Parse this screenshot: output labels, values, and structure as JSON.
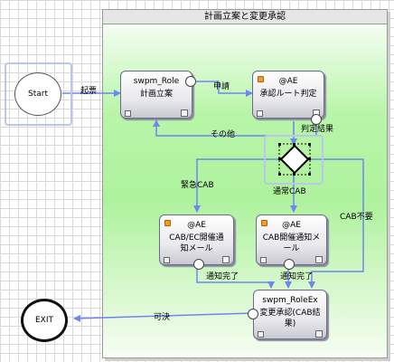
{
  "lane": {
    "title": "計画立案と変更承認"
  },
  "nodes": {
    "start": {
      "label": "Start"
    },
    "exit": {
      "label": "EXIT"
    },
    "plan": {
      "role": "swpm_Role",
      "name": "計画立案"
    },
    "judge": {
      "role": "@AE",
      "name": "承認ルート判定"
    },
    "mail1": {
      "role": "@AE",
      "name": "CAB/EC開催通知メール"
    },
    "mail2": {
      "role": "@AE",
      "name": "CAB開催通知メール"
    },
    "approve": {
      "role": "swpm_RoleEx",
      "name": "変更承認(CAB結果)"
    }
  },
  "edges": {
    "apply": "起票",
    "request": "申請",
    "other": "その他",
    "result": "判定結果",
    "urgent": "緊急CAB",
    "normal": "通常CAB",
    "nocab": "CAB不要",
    "done1": "通知完了",
    "done2": "通知完了",
    "ok": "可決"
  },
  "colors": {
    "link": "#6f85f0",
    "lane_fill": "#aef29d",
    "port_orange": "#f39a28"
  },
  "icons": [
    "decision-diamond",
    "port-circle",
    "orange-task-icon"
  ]
}
